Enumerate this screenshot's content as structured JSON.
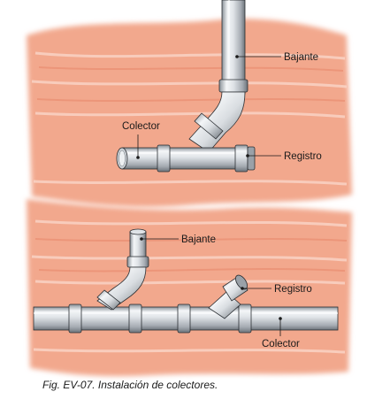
{
  "labels": {
    "upper_downpipe": "Bajante",
    "upper_collector": "Colector",
    "upper_cleanout": "Registro",
    "lower_downpipe": "Bajante",
    "lower_cleanout": "Registro",
    "lower_collector": "Colector"
  },
  "caption": "Fig. EV-07. Instalación de colectores.",
  "colors": {
    "background_wash": "#f0a083",
    "background_light": "#f9d3c2",
    "pipe_light": "#f2f4f6",
    "pipe_mid": "#c7ccd2",
    "pipe_dark": "#7d848c",
    "outline": "#2b2f33"
  }
}
